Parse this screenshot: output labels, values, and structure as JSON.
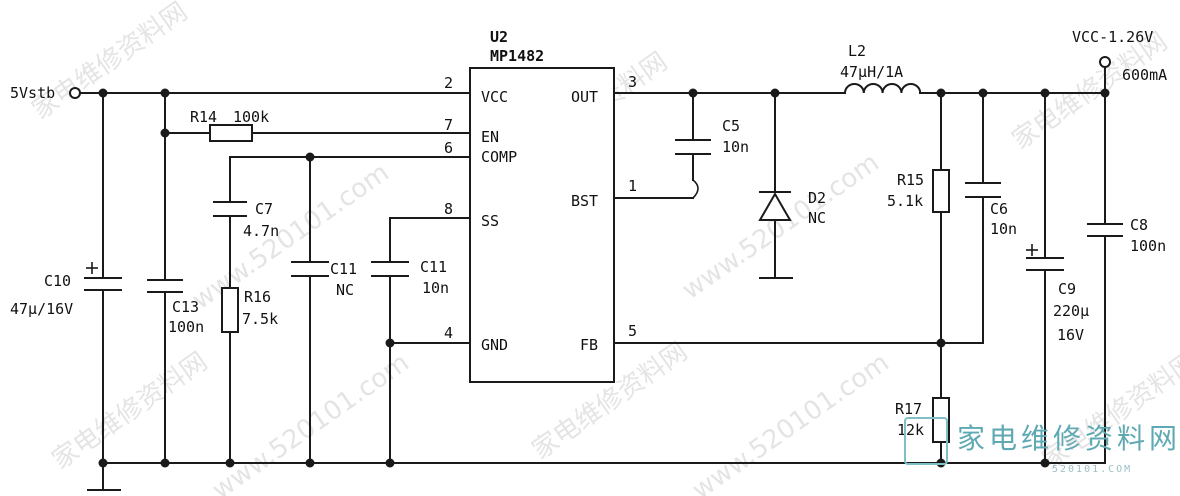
{
  "chip": {
    "ref": "U2",
    "part": "MP1482"
  },
  "pins": {
    "vcc": {
      "num": "2",
      "name": "VCC"
    },
    "en": {
      "num": "7",
      "name": "EN"
    },
    "comp": {
      "num": "6",
      "name": "COMP"
    },
    "ss": {
      "num": "8",
      "name": "SS"
    },
    "gnd": {
      "num": "4",
      "name": "GND"
    },
    "out": {
      "num": "3",
      "name": "OUT"
    },
    "bst": {
      "num": "1",
      "name": "BST"
    },
    "fb": {
      "num": "5",
      "name": "FB"
    }
  },
  "input": {
    "label": "5Vstb"
  },
  "output": {
    "label": "VCC-1.26V",
    "current": "600mA"
  },
  "components": {
    "r14": {
      "ref": "R14",
      "value": "100k"
    },
    "c7": {
      "ref": "C7",
      "value": "4.7n"
    },
    "r16": {
      "ref": "R16",
      "value": "7.5k"
    },
    "c11a": {
      "ref": "C11",
      "value": "NC"
    },
    "c11b": {
      "ref": "C11",
      "value": "10n"
    },
    "c10": {
      "ref": "C10",
      "value": "47μ/16V"
    },
    "c13": {
      "ref": "C13",
      "value": "100n"
    },
    "c5": {
      "ref": "C5",
      "value": "10n"
    },
    "d2": {
      "ref": "D2",
      "value": "NC"
    },
    "l2": {
      "ref": "L2",
      "value": "47μH/1A"
    },
    "r15": {
      "ref": "R15",
      "value": "5.1k"
    },
    "c6": {
      "ref": "C6",
      "value": "10n"
    },
    "c9": {
      "ref": "C9",
      "value": "220μ",
      "voltage": "16V"
    },
    "c8": {
      "ref": "C8",
      "value": "100n"
    },
    "r17": {
      "ref": "R17",
      "value": "12k"
    }
  },
  "watermark": {
    "text": "家电维修资料网",
    "url": "www.520101.com",
    "logo_text": "家电维修资料网",
    "logo_sub": "520101.COM"
  }
}
